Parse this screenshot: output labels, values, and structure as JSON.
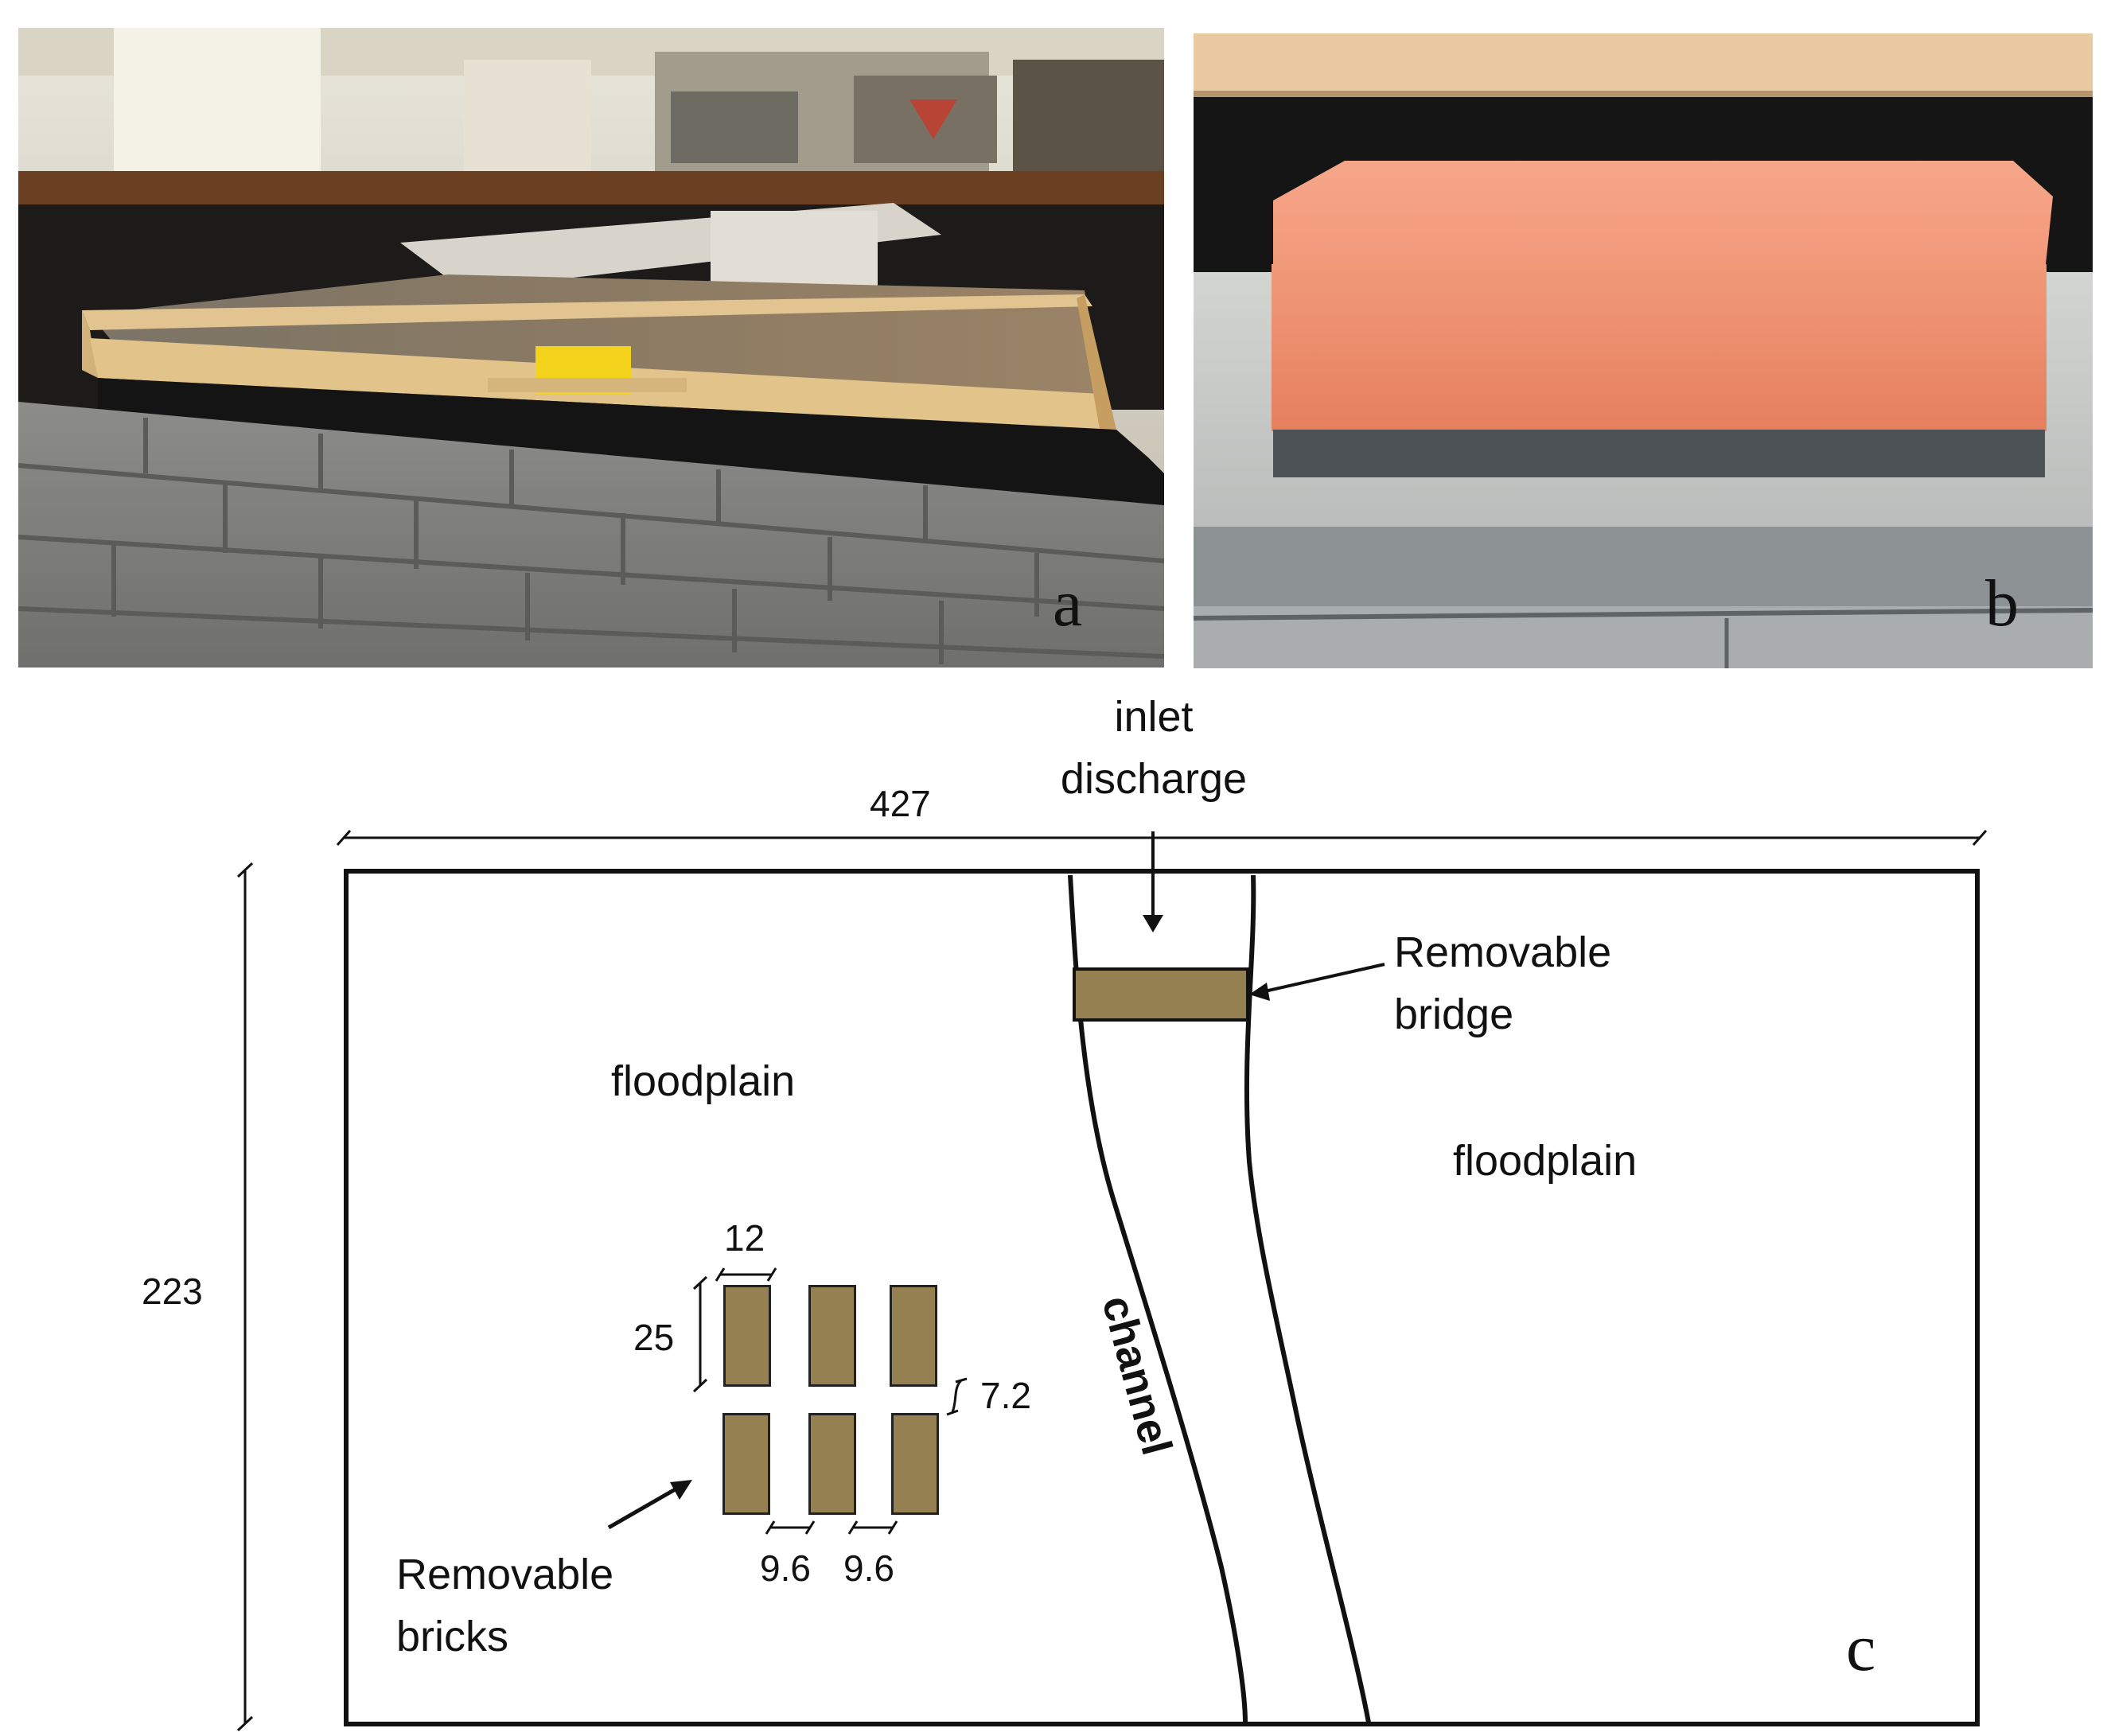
{
  "panels": [
    {
      "letter": "a"
    },
    {
      "letter": "b"
    },
    {
      "letter": "c"
    }
  ],
  "diagram": {
    "inlet": [
      "inlet",
      "discharge"
    ],
    "bridge": [
      "Removable",
      "bridge"
    ],
    "bricks": [
      "Removable",
      "bricks"
    ],
    "floodplain_left": "floodplain",
    "floodplain_right": "floodplain",
    "channel": "channel",
    "dims": {
      "length": "427",
      "width": "223",
      "brick_width": "12",
      "brick_length": "25",
      "row_gap": "7.2",
      "col_gap_1": "9.6",
      "col_gap_2": "9.6"
    }
  },
  "colors": {
    "brick_fill": "#948051",
    "line": "#111111"
  }
}
